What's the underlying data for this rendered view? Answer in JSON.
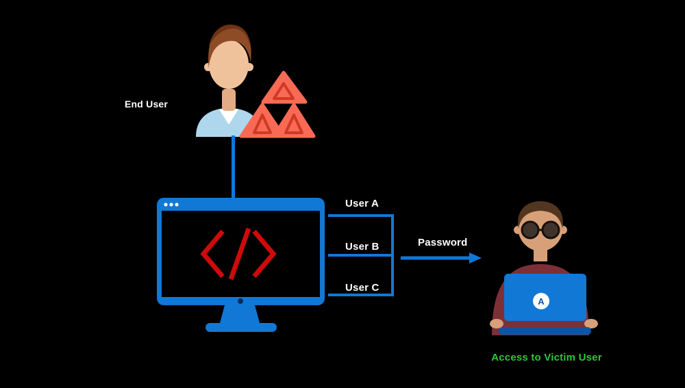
{
  "palette": {
    "blue": "#1178d6",
    "blue_dark": "#0a55a6",
    "navy": "#072c52",
    "red": "#cf0a0a",
    "salmon": "#f96a55",
    "salmon_dark": "#cf3a24",
    "green": "#2dc937",
    "white": "#ffffff",
    "skin_light": "#f0c29c",
    "skin_shadow": "#e4ac84",
    "skin_tan": "#d7a078",
    "hair_light": "#8e4c26",
    "hair_dark": "#6e3312",
    "hair_victim": "#53361f",
    "shirt": "#aed7ee",
    "sweater": "#7d2f38",
    "glasses": "#2a2320"
  },
  "labels": {
    "end_user": "End User",
    "user_a": "User A",
    "user_b": "User B",
    "user_c": "User C",
    "password": "Password",
    "access": "Access to Victim User",
    "laptop_monogram": "A"
  },
  "icons": {
    "end_user": "person-avatar-icon",
    "warning": "warning-triangles-icon",
    "computer": "monitor-code-icon",
    "code": "code-brackets-icon",
    "arrow": "arrow-right-icon",
    "victim": "person-at-laptop-icon"
  }
}
